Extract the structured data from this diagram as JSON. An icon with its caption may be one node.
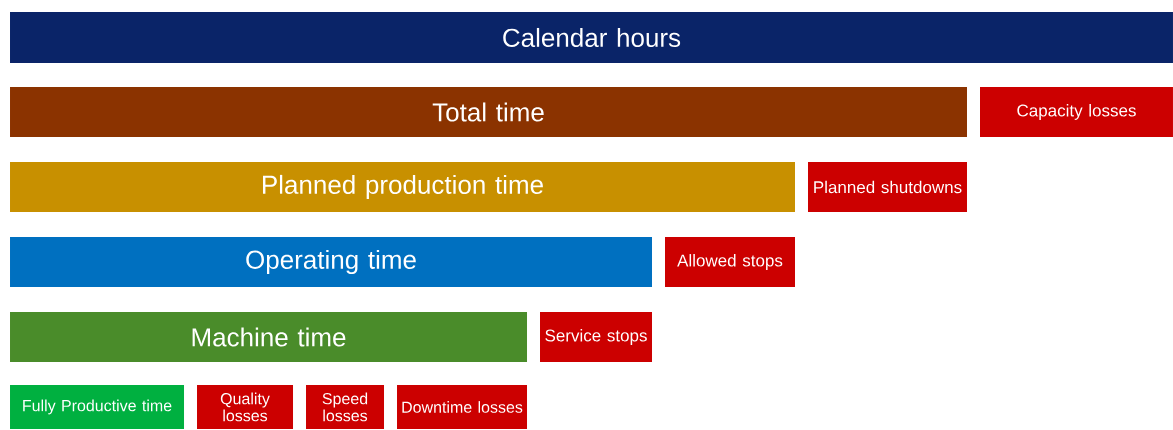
{
  "diagram": {
    "nodes": [
      {
        "text": [
          "Calendar hours"
        ]
      },
      {
        "text": [
          "Total time"
        ]
      },
      {
        "text": [
          "Capacity losses"
        ]
      },
      {
        "text": [
          "Planned production time"
        ]
      },
      {
        "text": [
          "Planned shutdowns"
        ]
      },
      {
        "text": [
          "Operating time"
        ]
      },
      {
        "text": [
          "Allowed stops"
        ]
      },
      {
        "text": [
          "Machine time"
        ]
      },
      {
        "text": [
          "Service stops"
        ]
      },
      {
        "text": [
          "Fully Productive time"
        ]
      },
      {
        "text": [
          "Quality losses"
        ]
      },
      {
        "text": [
          "Speed losses"
        ]
      },
      {
        "text": [
          "Downtime losses"
        ]
      }
    ]
  }
}
